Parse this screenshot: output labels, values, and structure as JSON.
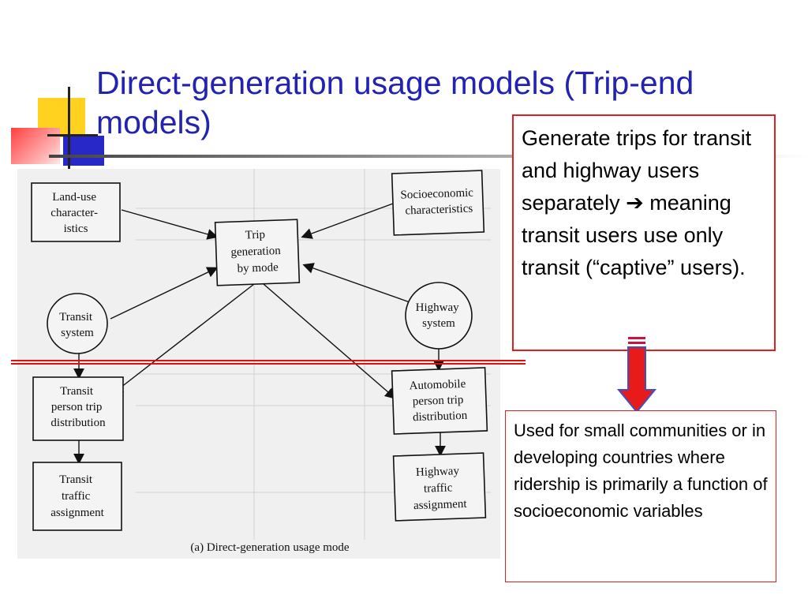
{
  "slide": {
    "title": "Direct-generation usage models (Trip-end models)"
  },
  "diagram": {
    "nodes": {
      "land_use": [
        "Land-use",
        "character-",
        "istics"
      ],
      "socioeconomic": [
        "Socioeconomic",
        "characteristics"
      ],
      "trip_generation": [
        "Trip",
        "generation",
        "by mode"
      ],
      "transit_system": [
        "Transit",
        "system"
      ],
      "highway_system": [
        "Highway",
        "system"
      ],
      "transit_distribution": [
        "Transit",
        "person trip",
        "distribution"
      ],
      "auto_distribution": [
        "Automobile",
        "person trip",
        "distribution"
      ],
      "transit_assignment": [
        "Transit",
        "traffic",
        "assignment"
      ],
      "highway_assignment": [
        "Highway",
        "traffic",
        "assignment"
      ]
    },
    "caption": "(a) Direct-generation usage mode"
  },
  "callout_top": {
    "text": "Generate trips for transit and highway users separately",
    "arrow_icon": "right-arrow-icon",
    "text2": "meaning transit users use only transit (“captive” users)."
  },
  "callout_bottom": {
    "text": "Used for small communities or in developing countries where ridership is primarily a function of socioeconomic variables"
  },
  "colors": {
    "title": "#2323b3",
    "accent_red": "#e01010",
    "accent_yellow": "#ffd21f",
    "accent_blue": "#2828c8"
  }
}
